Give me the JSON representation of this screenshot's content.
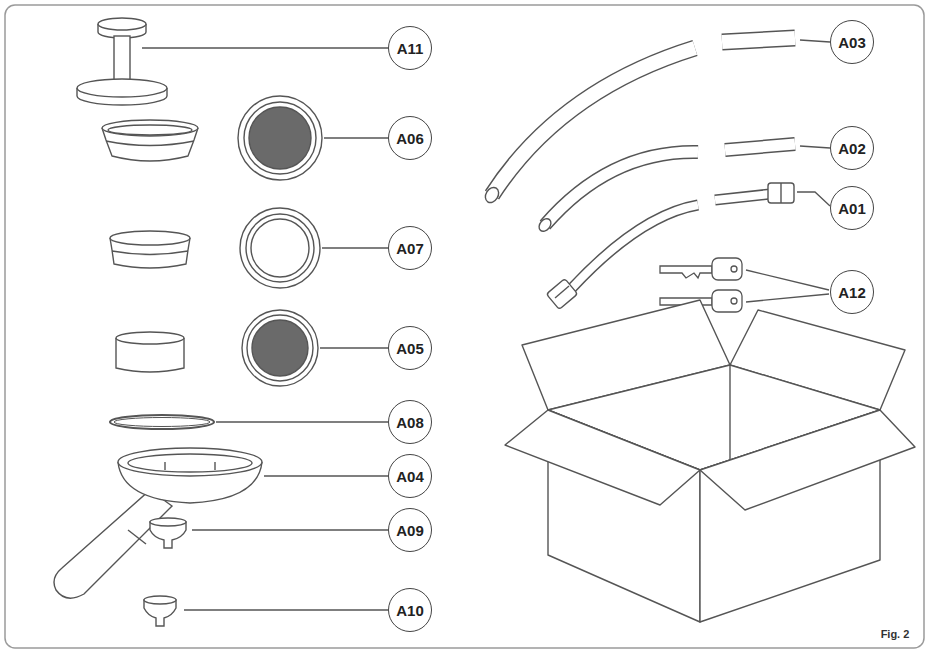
{
  "diagram": {
    "nodes": [
      {
        "text": [
          "A11"
        ]
      },
      {
        "text": [
          "A03"
        ]
      },
      {
        "text": [
          "A06"
        ]
      },
      {
        "text": [
          "A02"
        ]
      },
      {
        "text": [
          "A01"
        ]
      },
      {
        "text": [
          "A07"
        ]
      },
      {
        "text": [
          "A12"
        ]
      },
      {
        "text": [
          "A05"
        ]
      },
      {
        "text": [
          "A08"
        ]
      },
      {
        "text": [
          "A04"
        ]
      },
      {
        "text": [
          "A09"
        ]
      },
      {
        "text": [
          "A10"
        ]
      }
    ],
    "labels": [
      "Fig. 2"
    ]
  }
}
